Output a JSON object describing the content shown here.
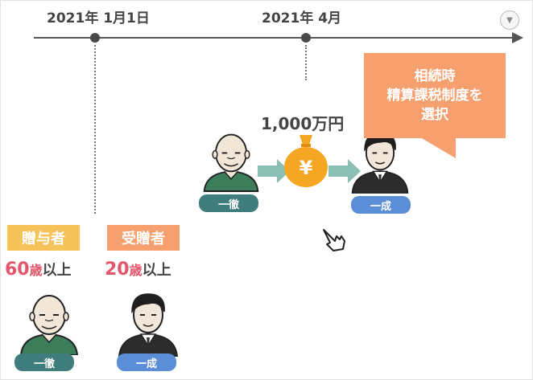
{
  "timeline": {
    "date_start": "2021年 1月1日",
    "date_end": "2021年 4月"
  },
  "roles": {
    "giver_label": "贈与者",
    "receiver_label": "受贈者",
    "giver_age_num": "60",
    "giver_age_unit": "歳",
    "giver_age_suffix": "以上",
    "receiver_age_num": "20",
    "receiver_age_unit": "歳",
    "receiver_age_suffix": "以上"
  },
  "people": {
    "father_tag": "一徹",
    "son_tag": "一成"
  },
  "gift": {
    "amount": "1,000万円",
    "currency_symbol": "¥"
  },
  "callout": {
    "line1": "相続時",
    "line2": "精算課税制度を",
    "line3": "選択"
  },
  "colors": {
    "giver_label_bg": "#f6c35a",
    "receiver_label_bg": "#f5a06e",
    "callout_bg": "#f5a06e",
    "age_red": "#e0566b",
    "tag_green": "#3f7c7c",
    "tag_blue": "#5b8ed6",
    "moneybag": "#f5a623",
    "flow_arrow": "#8bbfb5"
  },
  "icons": {
    "dropdown": "chevron-down-icon",
    "pointer": "hand-pointer-icon",
    "moneybag": "yen-moneybag-icon"
  }
}
